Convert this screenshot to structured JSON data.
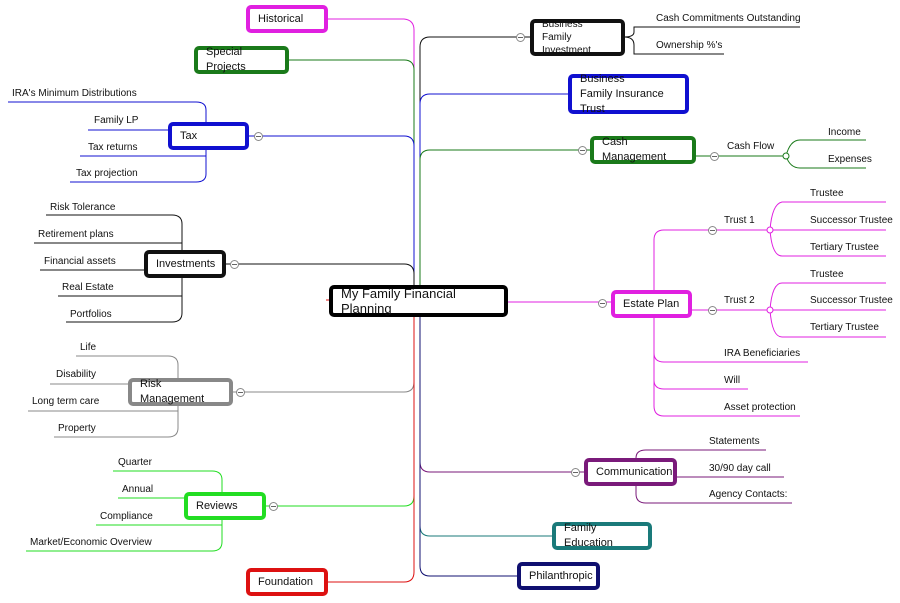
{
  "central": "My Family Financial Planning",
  "branches": {
    "historical": "Historical",
    "special_projects": "Special Projects",
    "tax": {
      "label": "Tax",
      "children": [
        "IRA's Minimum Distributions",
        "Family LP",
        "Tax returns",
        "Tax projection"
      ]
    },
    "investments": {
      "label": "Investments",
      "children": [
        "Risk Tolerance",
        "Retirement plans",
        "Financial assets",
        "Real Estate",
        "Portfolios"
      ]
    },
    "risk": {
      "label": "Risk Management",
      "children": [
        "Life",
        "Disability",
        "Long term care",
        "Property"
      ]
    },
    "reviews": {
      "label": "Reviews",
      "children": [
        "Quarter",
        "Annual",
        "Compliance",
        "Market/Economic Overview"
      ]
    },
    "foundation": "Foundation",
    "business_investment": {
      "line1": "Business",
      "line2": "Family Investment",
      "children": [
        "Cash Commitments Outstanding",
        "Ownership %'s"
      ]
    },
    "business_insurance": {
      "line1": "Business",
      "line2": "Family Insurance Trust"
    },
    "cash_management": {
      "label": "Cash Management",
      "cash_flow": "Cash Flow",
      "children": [
        "Income",
        "Expenses"
      ]
    },
    "estate": {
      "label": "Estate Plan",
      "trust1": "Trust 1",
      "trust1_children": [
        "Trustee",
        "Successor Trustee",
        "Tertiary Trustee"
      ],
      "trust2": "Trust 2",
      "trust2_children": [
        "Trustee",
        "Successor Trustee",
        "Tertiary Trustee"
      ],
      "others": [
        "IRA Beneficiaries",
        "Will",
        "Asset protection"
      ]
    },
    "communication": {
      "label": "Communication",
      "children": [
        "Statements",
        "30/90 day call",
        "Agency Contacts:"
      ]
    },
    "family_education": "Family Education",
    "philanthropic": "Philanthropic"
  },
  "colors": {
    "historical": "#e020e0",
    "special_projects": "#1a7a1a",
    "tax": "#1010d0",
    "investments": "#111111",
    "risk": "#888888",
    "reviews": "#22dd22",
    "foundation": "#dd1111",
    "business_investment": "#111111",
    "business_insurance": "#1010d0",
    "cash_management": "#1a7a1a",
    "estate": "#e020e0",
    "communication": "#7a1a7a",
    "family_education": "#1a7a7a",
    "philanthropic": "#101070",
    "central": "#000000"
  }
}
